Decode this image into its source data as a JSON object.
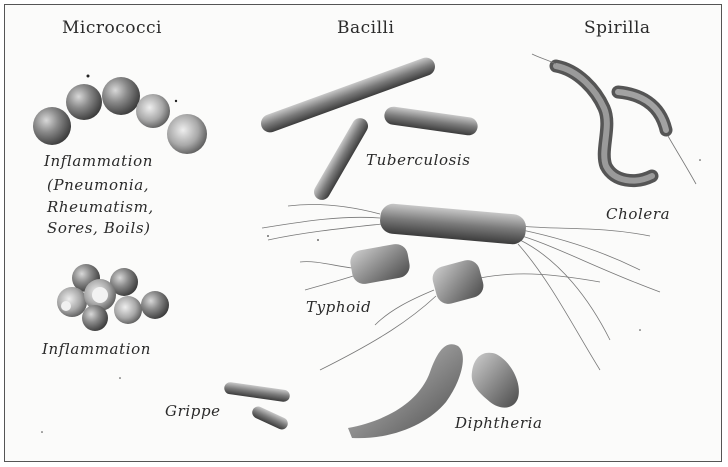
{
  "headers": {
    "micrococci": "Micrococci",
    "bacilli": "Bacilli",
    "spirilla": "Spirilla"
  },
  "labels": {
    "inflammation_1": "Inflammation",
    "paren_line_1": "(Pneumonia,",
    "paren_line_2": "Rheumatism,",
    "paren_line_3": "Sores, Boils)",
    "inflammation_2": "Inflammation",
    "tuberculosis": "Tuberculosis",
    "cholera": "Cholera",
    "typhoid": "Typhoid",
    "grippe": "Grippe",
    "diphtheria": "Diphtheria"
  }
}
